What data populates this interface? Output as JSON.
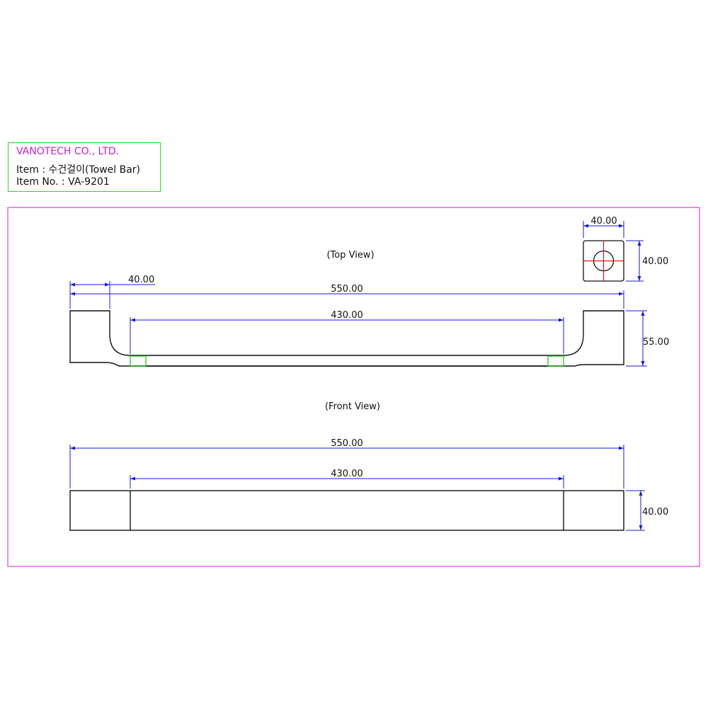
{
  "title_block": {
    "company": "VANOTECH CO., LTD.",
    "item": "Item : 수건걸이(Towel Bar)",
    "item_no": "Item No. : VA-9201"
  },
  "views": {
    "top_view_label": "(Top View)",
    "front_view_label": "(Front View)"
  },
  "dimensions": {
    "top_overall": "550.00",
    "top_inner": "430.00",
    "top_end_width": "40.00",
    "top_depth": "55.00",
    "section_width": "40.00",
    "section_height": "40.00",
    "front_overall": "550.00",
    "front_inner": "430.00",
    "front_height": "40.00"
  },
  "colors": {
    "title_text": "#cc22cc",
    "title_border": "#22dd22",
    "frame_border": "#dd44dd",
    "dimension": "#1a1acc",
    "centerline": "#ee1111",
    "outline": "#111111",
    "marker": "#22cc22"
  }
}
